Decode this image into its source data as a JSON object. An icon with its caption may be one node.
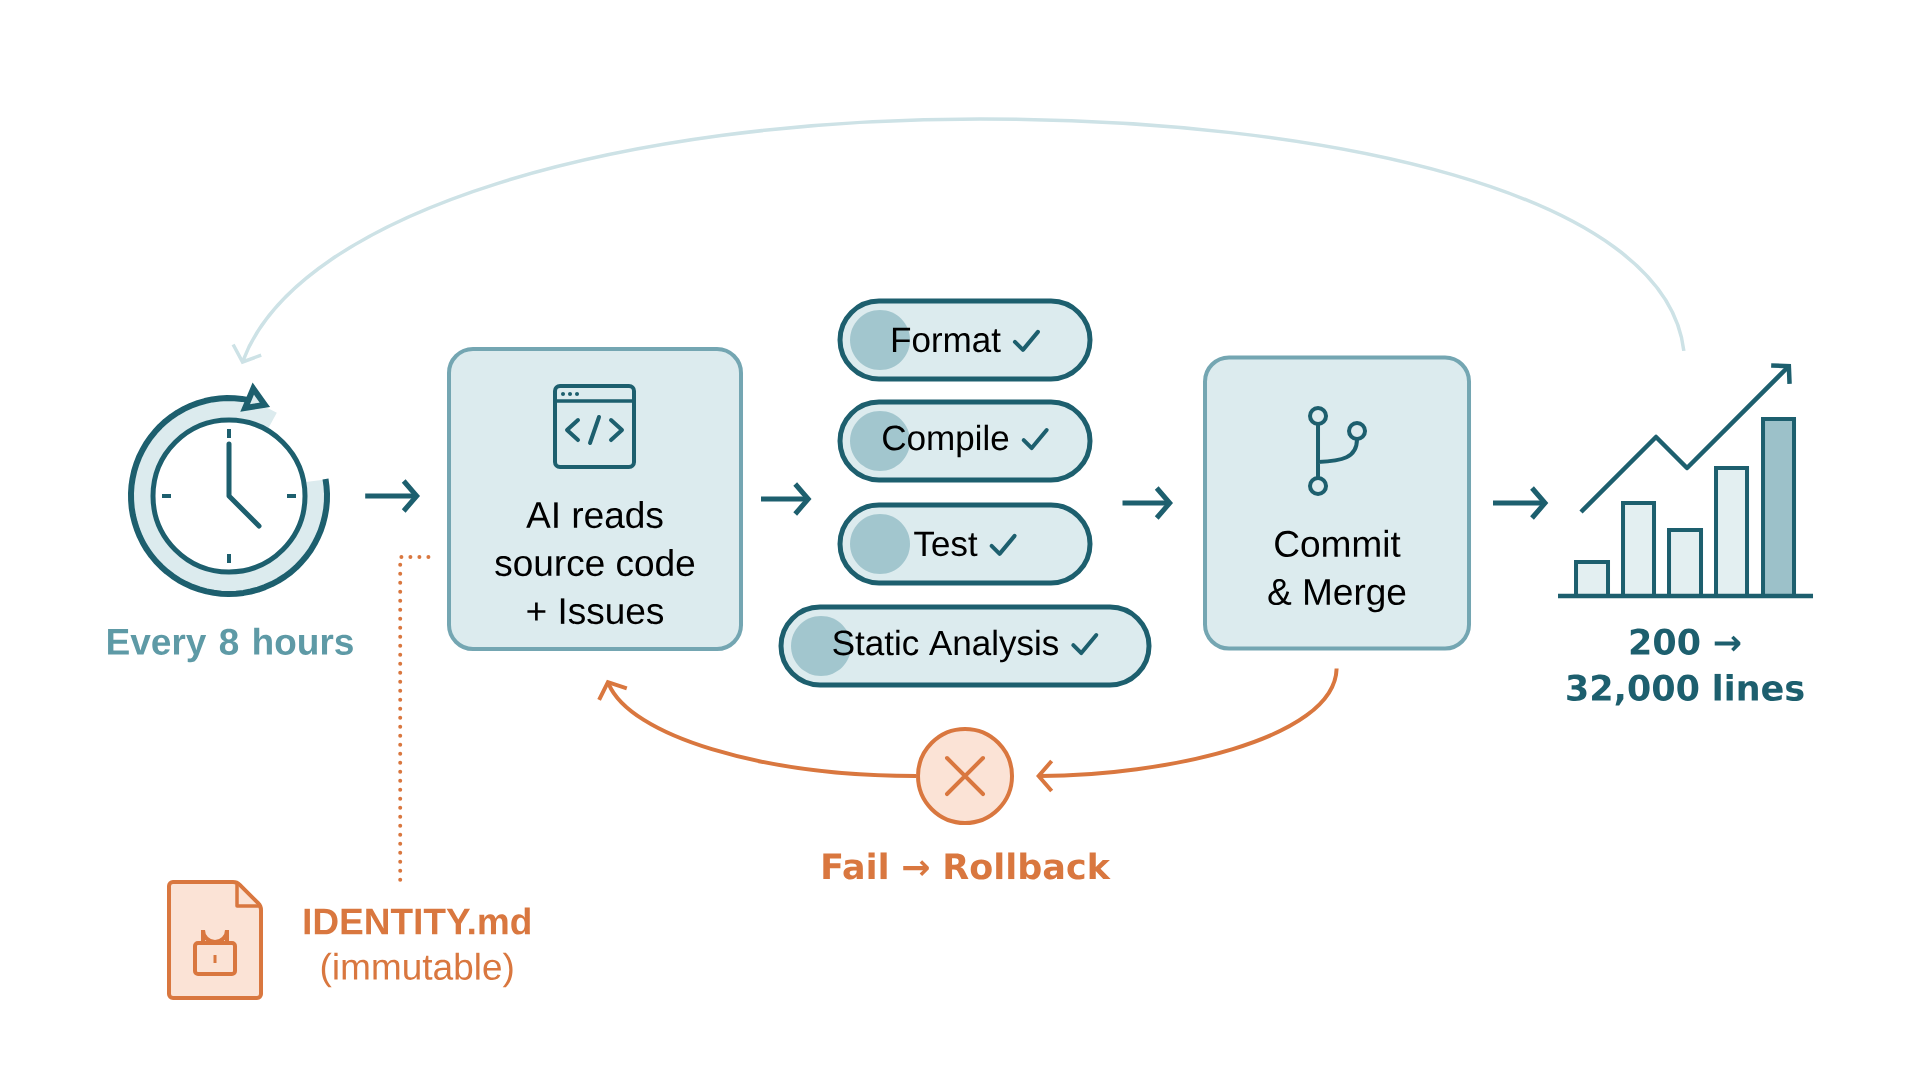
{
  "diagram": {
    "nodes": [
      {
        "text": [],
        "shape": "clock",
        "beside": [
          "Every 8 hours"
        ]
      },
      {
        "text": [
          "AI reads source code + Issues"
        ]
      },
      {
        "text": [
          "Format"
        ]
      },
      {
        "text": [
          "Compile"
        ]
      },
      {
        "text": [
          "Test"
        ]
      },
      {
        "text": [
          "Static Analysis"
        ]
      },
      {
        "text": [
          "Commit & Merge"
        ]
      },
      {
        "text": [],
        "shape": "chart",
        "beside": [
          "200 → 32,000 lines"
        ]
      },
      {
        "text": [],
        "shape": "circle",
        "beside": [
          "Fail → Rollback"
        ]
      },
      {
        "text": [],
        "shape": "document",
        "beside": [
          "IDENTITY.md",
          "(immutable)"
        ]
      }
    ],
    "edges": [
      {
        "from": 0,
        "to": 1,
        "arrow": "to"
      },
      {
        "from": 1,
        "to": 4,
        "arrow": "to"
      },
      {
        "from": 4,
        "to": 6,
        "arrow": "to"
      },
      {
        "from": 6,
        "to": 7,
        "arrow": "to"
      },
      {
        "from": 7,
        "to": 0,
        "arrow": "to",
        "color": "#cde2e6"
      },
      {
        "from": 6,
        "to": 8,
        "arrow": "to",
        "color": "#d9773f"
      },
      {
        "from": 8,
        "to": 1,
        "arrow": "to",
        "color": "#d9773f"
      },
      {
        "from": 9,
        "to": 1,
        "arrow": "none",
        "style": "dashed",
        "color": "#d9773f"
      }
    ]
  }
}
